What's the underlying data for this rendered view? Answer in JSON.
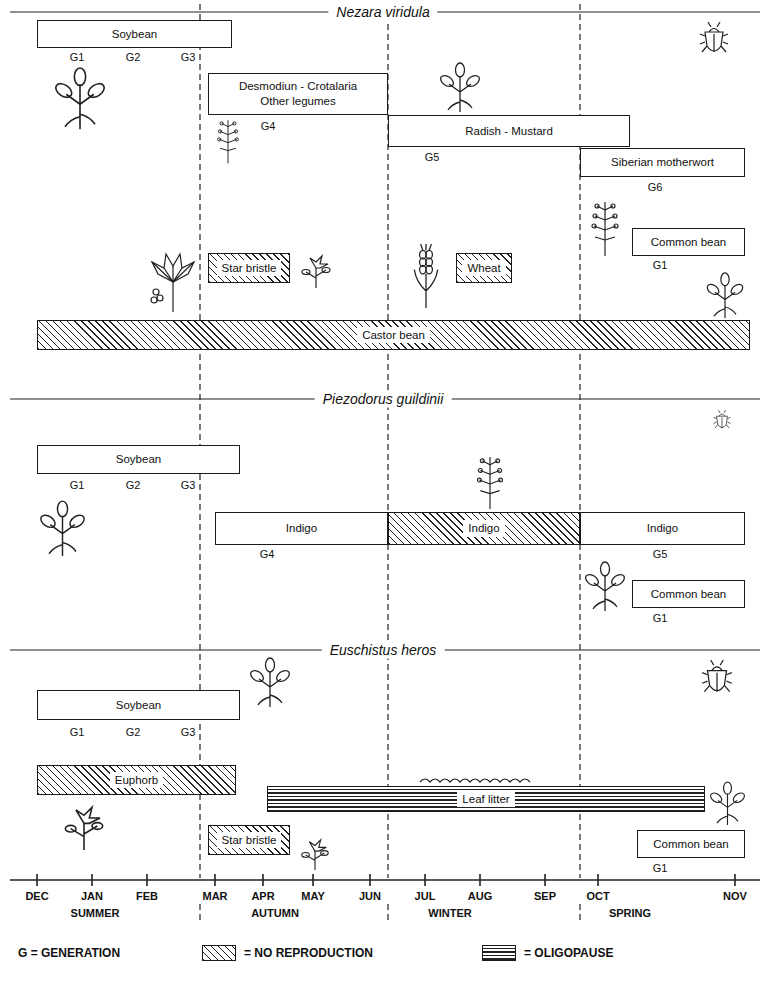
{
  "diagram": {
    "nodes": [
      {
        "text": [
          "Soybean"
        ]
      },
      {
        "text": [
          "Desmodiun - Crotalaria Other legumes"
        ]
      },
      {
        "text": [
          "Radish - Mustard"
        ]
      },
      {
        "text": [
          "Siberian motherwort"
        ]
      },
      {
        "text": [
          "Star bristle"
        ]
      },
      {
        "text": [
          "Wheat"
        ]
      },
      {
        "text": [
          "Common bean"
        ]
      },
      {
        "text": [
          "Castor bean"
        ]
      },
      {
        "text": [
          "Soybean"
        ]
      },
      {
        "text": [
          "Indigo"
        ]
      },
      {
        "text": [
          "Indigo"
        ]
      },
      {
        "text": [
          "Indigo"
        ]
      },
      {
        "text": [
          "Common bean"
        ]
      },
      {
        "text": [
          "Soybean"
        ]
      },
      {
        "text": [
          "Euphorb"
        ]
      },
      {
        "text": [
          "Star bristle"
        ]
      },
      {
        "text": [
          "Leaf litter"
        ]
      },
      {
        "text": [
          "Common bean"
        ]
      }
    ],
    "labels": [
      "Nezara viridula",
      "G1",
      "G2",
      "G3",
      "G4",
      "G5",
      "G6",
      "G1",
      "Piezodorus guildinii",
      "G1",
      "G2",
      "G3",
      "G4",
      "G5",
      "G1",
      "Euschistus heros",
      "G1",
      "G2",
      "G3",
      "G1",
      "DEC",
      "JAN",
      "FEB",
      "MAR",
      "APR",
      "MAY",
      "JUN",
      "JUL",
      "AUG",
      "SEP",
      "OCT",
      "NOV",
      "SUMMER",
      "AUTUMN",
      "WINTER",
      "SPRING"
    ],
    "legend": [
      {
        "text": "G = GENERATION"
      },
      {
        "text": "= NO REPRODUCTION"
      },
      {
        "text": "= OLIGOPAUSE"
      }
    ]
  }
}
